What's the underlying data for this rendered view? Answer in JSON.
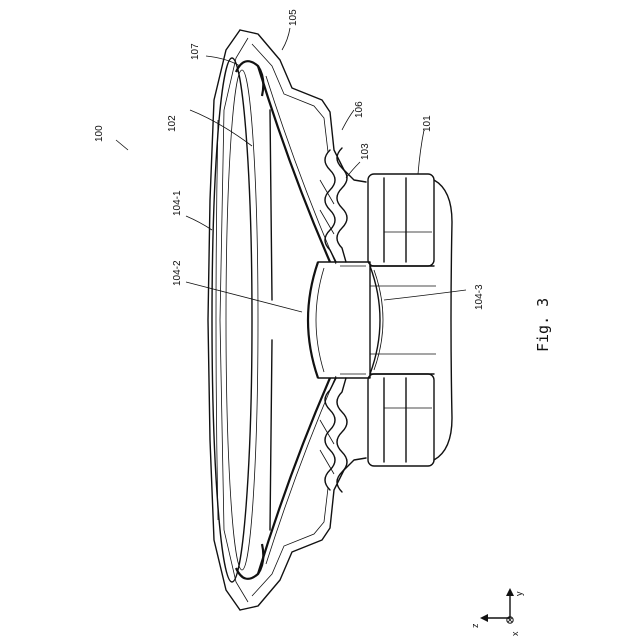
{
  "figure": {
    "caption": "Fig. 3"
  },
  "labels": {
    "l100": "100",
    "l101": "101",
    "l102": "102",
    "l103": "103",
    "l104_1": "104-1",
    "l104_2": "104-2",
    "l104_3": "104-3",
    "l105": "105",
    "l106": "106",
    "l107": "107"
  },
  "axes": {
    "x": "x",
    "y": "y",
    "z": "z"
  }
}
